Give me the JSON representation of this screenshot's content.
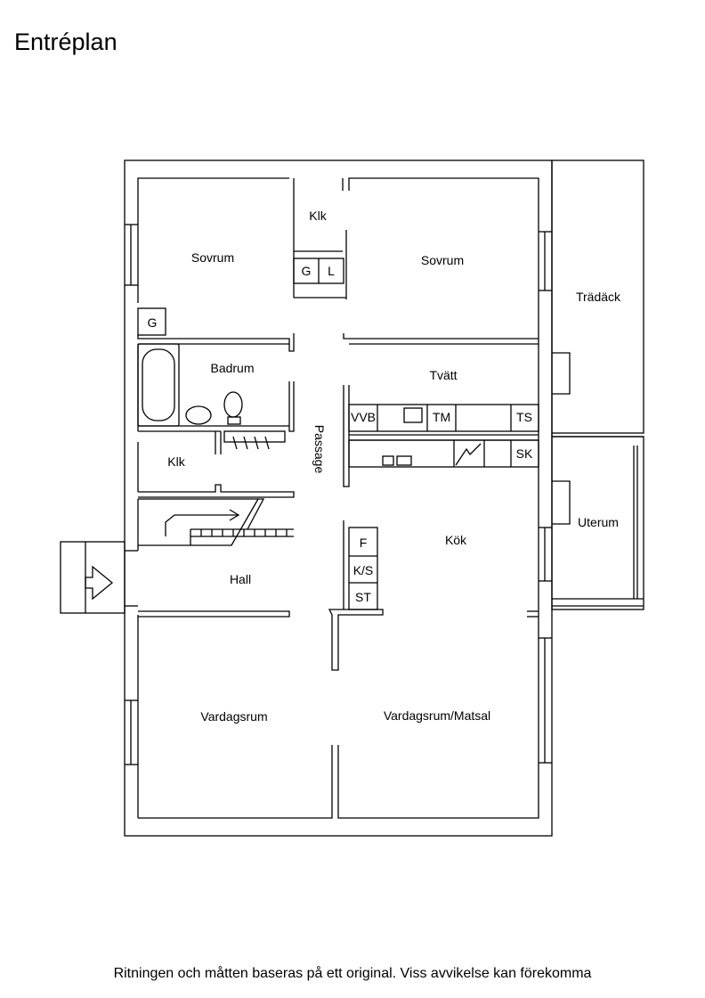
{
  "title": "Entréplan",
  "rooms": {
    "sovrum_left": "Sovrum",
    "klk_top": "Klk",
    "sovrum_right": "Sovrum",
    "g_left": "G",
    "g_mid": "G",
    "l_mid": "L",
    "tradack": "Trädäck",
    "badrum": "Badrum",
    "tvatt": "Tvätt",
    "passage": "Passage",
    "vvb": "VVB",
    "tm": "TM",
    "ts": "TS",
    "sk": "SK",
    "klk_left": "Klk",
    "uterum": "Uterum",
    "kok": "Kök",
    "f": "F",
    "ks": "K/S",
    "st": "ST",
    "hall": "Hall",
    "vardagsrum": "Vardagsrum",
    "vardagsrum_matsal": "Vardagsrum/Matsal"
  },
  "disclaimer": "Ritningen och måtten baseras på ett original. Viss avvikelse kan förekomma"
}
